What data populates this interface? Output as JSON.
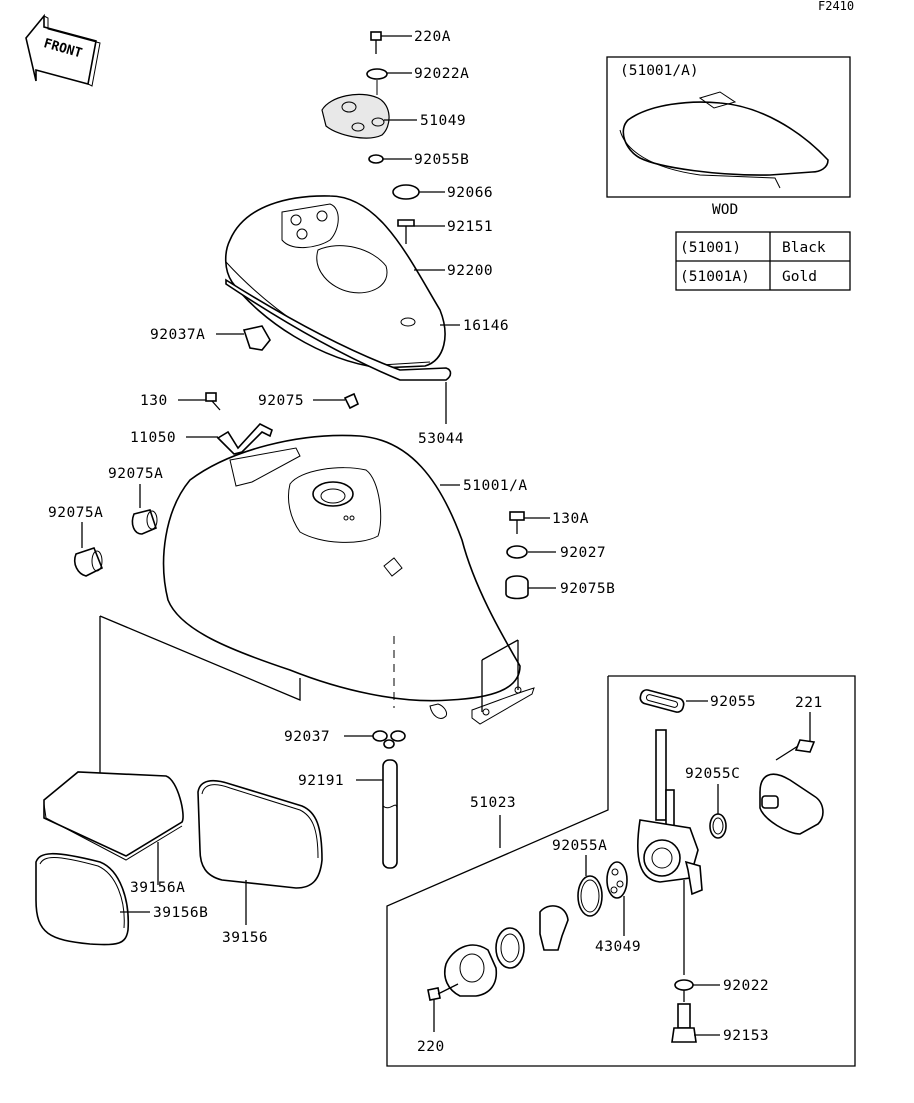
{
  "figure_code": "F2410",
  "front_label": "FRONT",
  "inset": {
    "title": "(51001/A)",
    "caption": "WOD"
  },
  "color_table": {
    "rows": [
      {
        "part": "(51001)",
        "color": "Black"
      },
      {
        "part": "(51001A)",
        "color": "Gold"
      }
    ]
  },
  "labels": {
    "p220A": "220A",
    "p92022A": "92022A",
    "p51049": "51049",
    "p92055B": "92055B",
    "p92066": "92066",
    "p92151": "92151",
    "p92200": "92200",
    "p16146": "16146",
    "p92037A": "92037A",
    "p130": "130",
    "p92075": "92075",
    "p53044": "53044",
    "p11050": "11050",
    "p92075A_1": "92075A",
    "p51001A": "51001/A",
    "p92075A_2": "92075A",
    "p130A": "130A",
    "p92027": "92027",
    "p92075B": "92075B",
    "p92037": "92037",
    "p92191": "92191",
    "p51023": "51023",
    "p92055": "92055",
    "p221": "221",
    "p92055C": "92055C",
    "p92055A": "92055A",
    "p43049": "43049",
    "p39156A": "39156A",
    "p39156B": "39156B",
    "p39156": "39156",
    "p92022": "92022",
    "p92153": "92153",
    "p220": "220"
  }
}
